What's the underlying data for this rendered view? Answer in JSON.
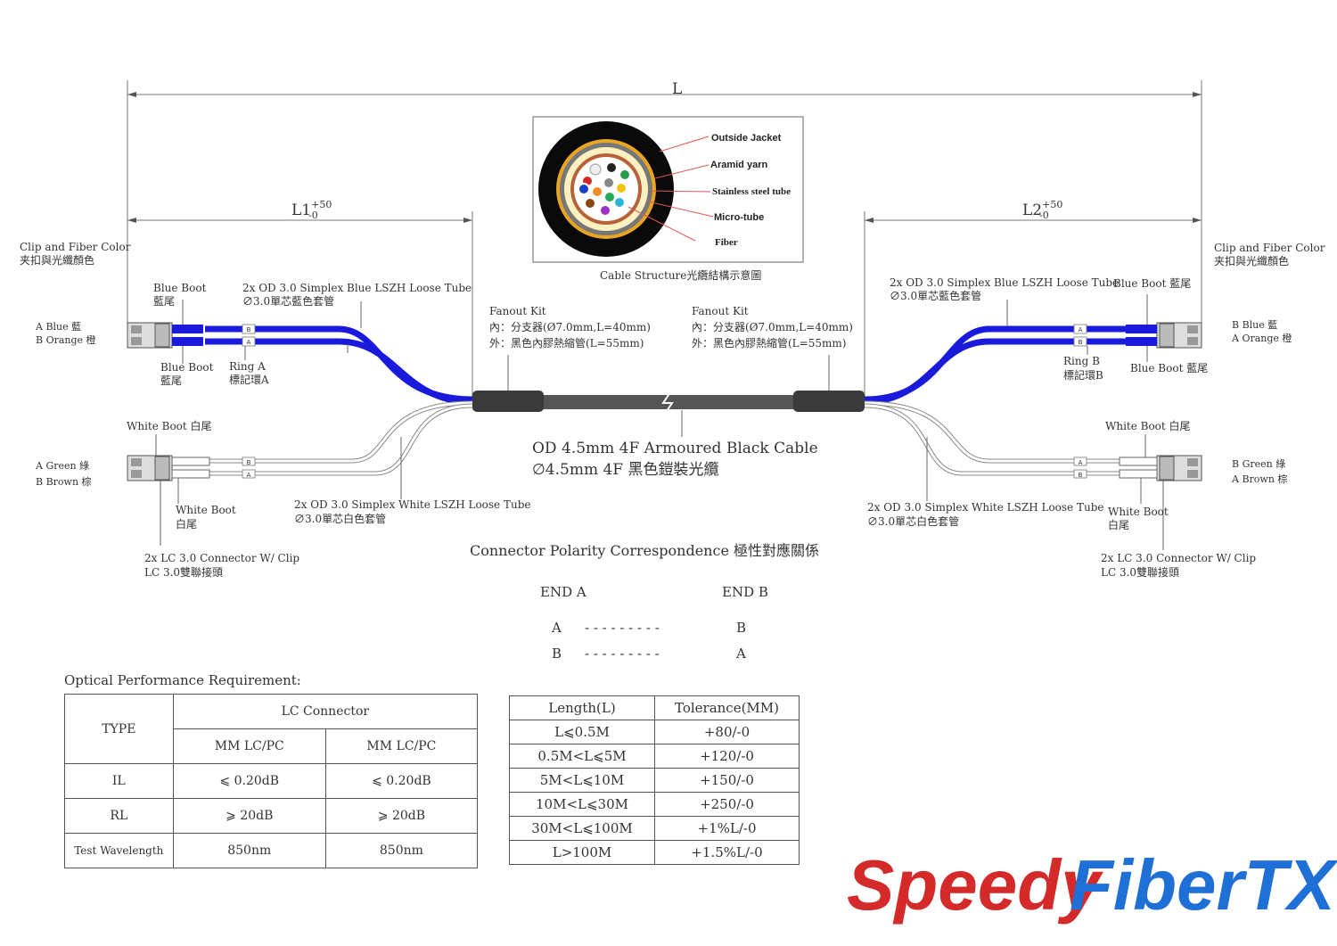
{
  "dimensions": {
    "total": "L",
    "l1": "L1",
    "l2": "L2",
    "tol_plus": "+50",
    "tol_minus": "-0"
  },
  "left_end": {
    "clip_title": "Clip and Fiber Color",
    "clip_title_zh": "夹扣與光纖顏色",
    "color_a_blue": "A  Blue 藍",
    "color_b_orange": "B  Orange 橙",
    "color_a_green": "A  Green 綠",
    "color_b_brown": "B  Brown 棕",
    "blue_boot_top": "Blue Boot",
    "blue_boot_top_zh": "藍尾",
    "blue_boot_bottom": "Blue Boot",
    "blue_boot_bottom_zh": "藍尾",
    "ring": "Ring A",
    "ring_zh": "標記環A",
    "blue_tube": "2x OD 3.0 Simplex Blue LSZH Loose Tube",
    "blue_tube_zh": "∅3.0單芯藍色套管",
    "white_boot_top": "White Boot 白尾",
    "white_boot_bottom": "White Boot",
    "white_boot_bottom_zh": "白尾",
    "white_tube": "2x OD 3.0 Simplex White LSZH Loose Tube",
    "white_tube_zh": "∅3.0單芯白色套管",
    "connector": "2x LC 3.0 Connector W/ Clip",
    "connector_zh": "LC 3.0雙聯接頭"
  },
  "right_end": {
    "clip_title": "Clip and Fiber Color",
    "clip_title_zh": "夹扣與光纖顏色",
    "color_b_blue": "B  Blue 藍",
    "color_a_orange": "A  Orange 橙",
    "color_b_green": "B  Green 綠",
    "color_a_brown": "A  Brown 棕",
    "blue_boot_top": "Blue Boot 藍尾",
    "blue_boot_bottom": "Blue Boot 藍尾",
    "ring": "Ring B",
    "ring_zh": "標記環B",
    "blue_tube": "2x OD 3.0 Simplex Blue LSZH Loose Tube",
    "blue_tube_zh": "∅3.0單芯藍色套管",
    "white_boot_top": "White Boot 白尾",
    "white_boot_bottom": "White Boot",
    "white_boot_bottom_zh": "白尾",
    "white_tube": "2x OD 3.0 Simplex White LSZH Loose Tube",
    "white_tube_zh": "∅3.0單芯白色套管",
    "connector": "2x LC 3.0 Connector W/ Clip",
    "connector_zh": "LC 3.0雙聯接頭"
  },
  "fanout_left": {
    "title": "Fanout Kit",
    "inner": "內：分支器(Ø7.0mm,L=40mm)",
    "outer": "外：黑色內膠熱縮管(L=55mm)"
  },
  "fanout_right": {
    "title": "Fanout Kit",
    "inner": "內：分支器(Ø7.0mm,L=40mm)",
    "outer": "外：黑色內膠熱縮管(L=55mm)"
  },
  "cable": {
    "label": "OD 4.5mm 4F Armoured Black Cable",
    "label_zh": "∅4.5mm 4F 黑色鎧裝光纜"
  },
  "cable_structure": {
    "caption": "Cable Structure光纜結構示意圖",
    "outside_jacket": "Outside Jacket",
    "aramid_yarn": "Aramid yarn",
    "steel_tube": "Stainless steel tube",
    "micro_tube": "Micro-tube",
    "fiber": "Fiber"
  },
  "polarity": {
    "title": "Connector Polarity Correspondence 極性對應關係",
    "end_a": "END A",
    "end_b": "END B",
    "row1_left": "A",
    "row1_dash": "- - - - - - - - -",
    "row1_right": "B",
    "row2_left": "B",
    "row2_dash": "- - - - - - - - -",
    "row2_right": "A"
  },
  "performance": {
    "title": "Optical Performance Requirement:",
    "type_header": "TYPE",
    "group_header": "LC Connector",
    "col1": "MM LC/PC",
    "col2": "MM LC/PC",
    "rows": [
      {
        "label": "IL",
        "v1": "⩽ 0.20dB",
        "v2": "⩽ 0.20dB"
      },
      {
        "label": "RL",
        "v1": "⩾ 20dB",
        "v2": "⩾ 20dB"
      },
      {
        "label": "Test Wavelength",
        "v1": "850nm",
        "v2": "850nm"
      }
    ]
  },
  "tolerance": {
    "header_length": "Length(L)",
    "header_tol": "Tolerance(MM)",
    "rows": [
      {
        "length": "L⩽0.5M",
        "tol": "+80/-0"
      },
      {
        "length": "0.5M<L⩽5M",
        "tol": "+120/-0"
      },
      {
        "length": "5M<L⩽10M",
        "tol": "+150/-0"
      },
      {
        "length": "10M<L⩽30M",
        "tol": "+250/-0"
      },
      {
        "length": "30M<L⩽100M",
        "tol": "+1%L/-0"
      },
      {
        "length": "L>100M",
        "tol": "+1.5%L/-0"
      }
    ]
  },
  "markers": {
    "a": "A",
    "b": "B"
  },
  "logo": {
    "part1": "Speedy",
    "part2": "FiberTX"
  },
  "colors": {
    "blue_tube": "#1a1adc",
    "cable": "#555555",
    "fanout": "#3a3a3a",
    "logo_red": "#d42a2a",
    "logo_blue": "#1e6fd6",
    "line": "#666666"
  }
}
